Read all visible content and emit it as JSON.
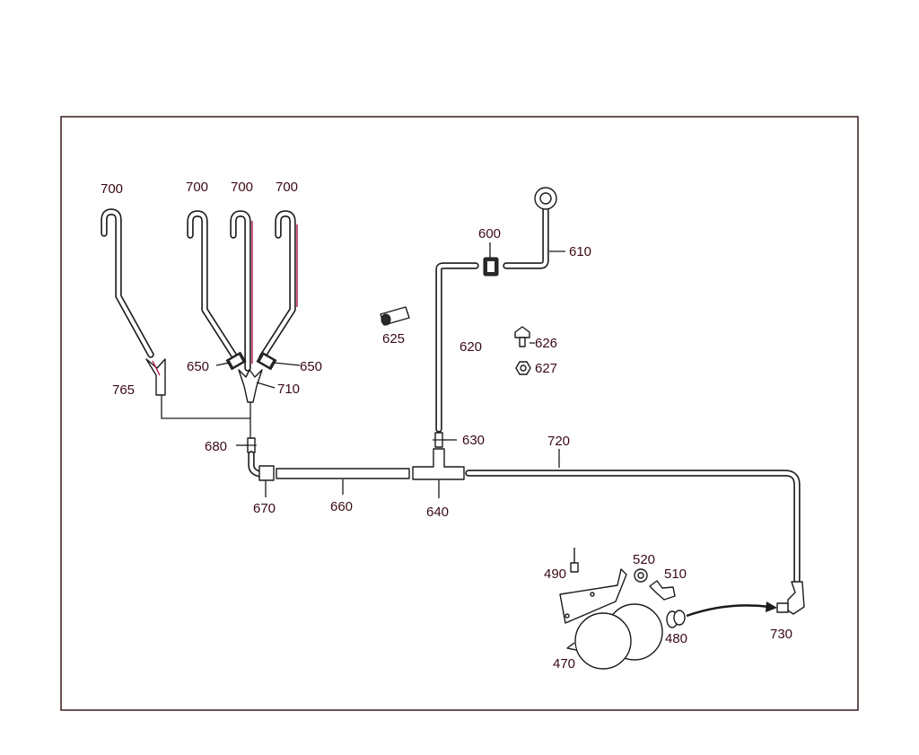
{
  "callouts": {
    "c700a": "700",
    "c700b": "700",
    "c700c": "700",
    "c700d": "700",
    "c765": "765",
    "c650l": "650",
    "c650r": "650",
    "c710": "710",
    "c680": "680",
    "c670": "670",
    "c660": "660",
    "c640": "640",
    "c630": "630",
    "c620": "620",
    "c625": "625",
    "c600": "600",
    "c610": "610",
    "c626": "626",
    "c627": "627",
    "c720": "720",
    "c730": "730",
    "c490": "490",
    "c520": "520",
    "c510": "510",
    "c480": "480",
    "c470": "470"
  },
  "colors": {
    "frame": "#3a1a1a",
    "line": "#1a1a1a",
    "highlight": "#b0003a",
    "text": "#3a0a14"
  }
}
